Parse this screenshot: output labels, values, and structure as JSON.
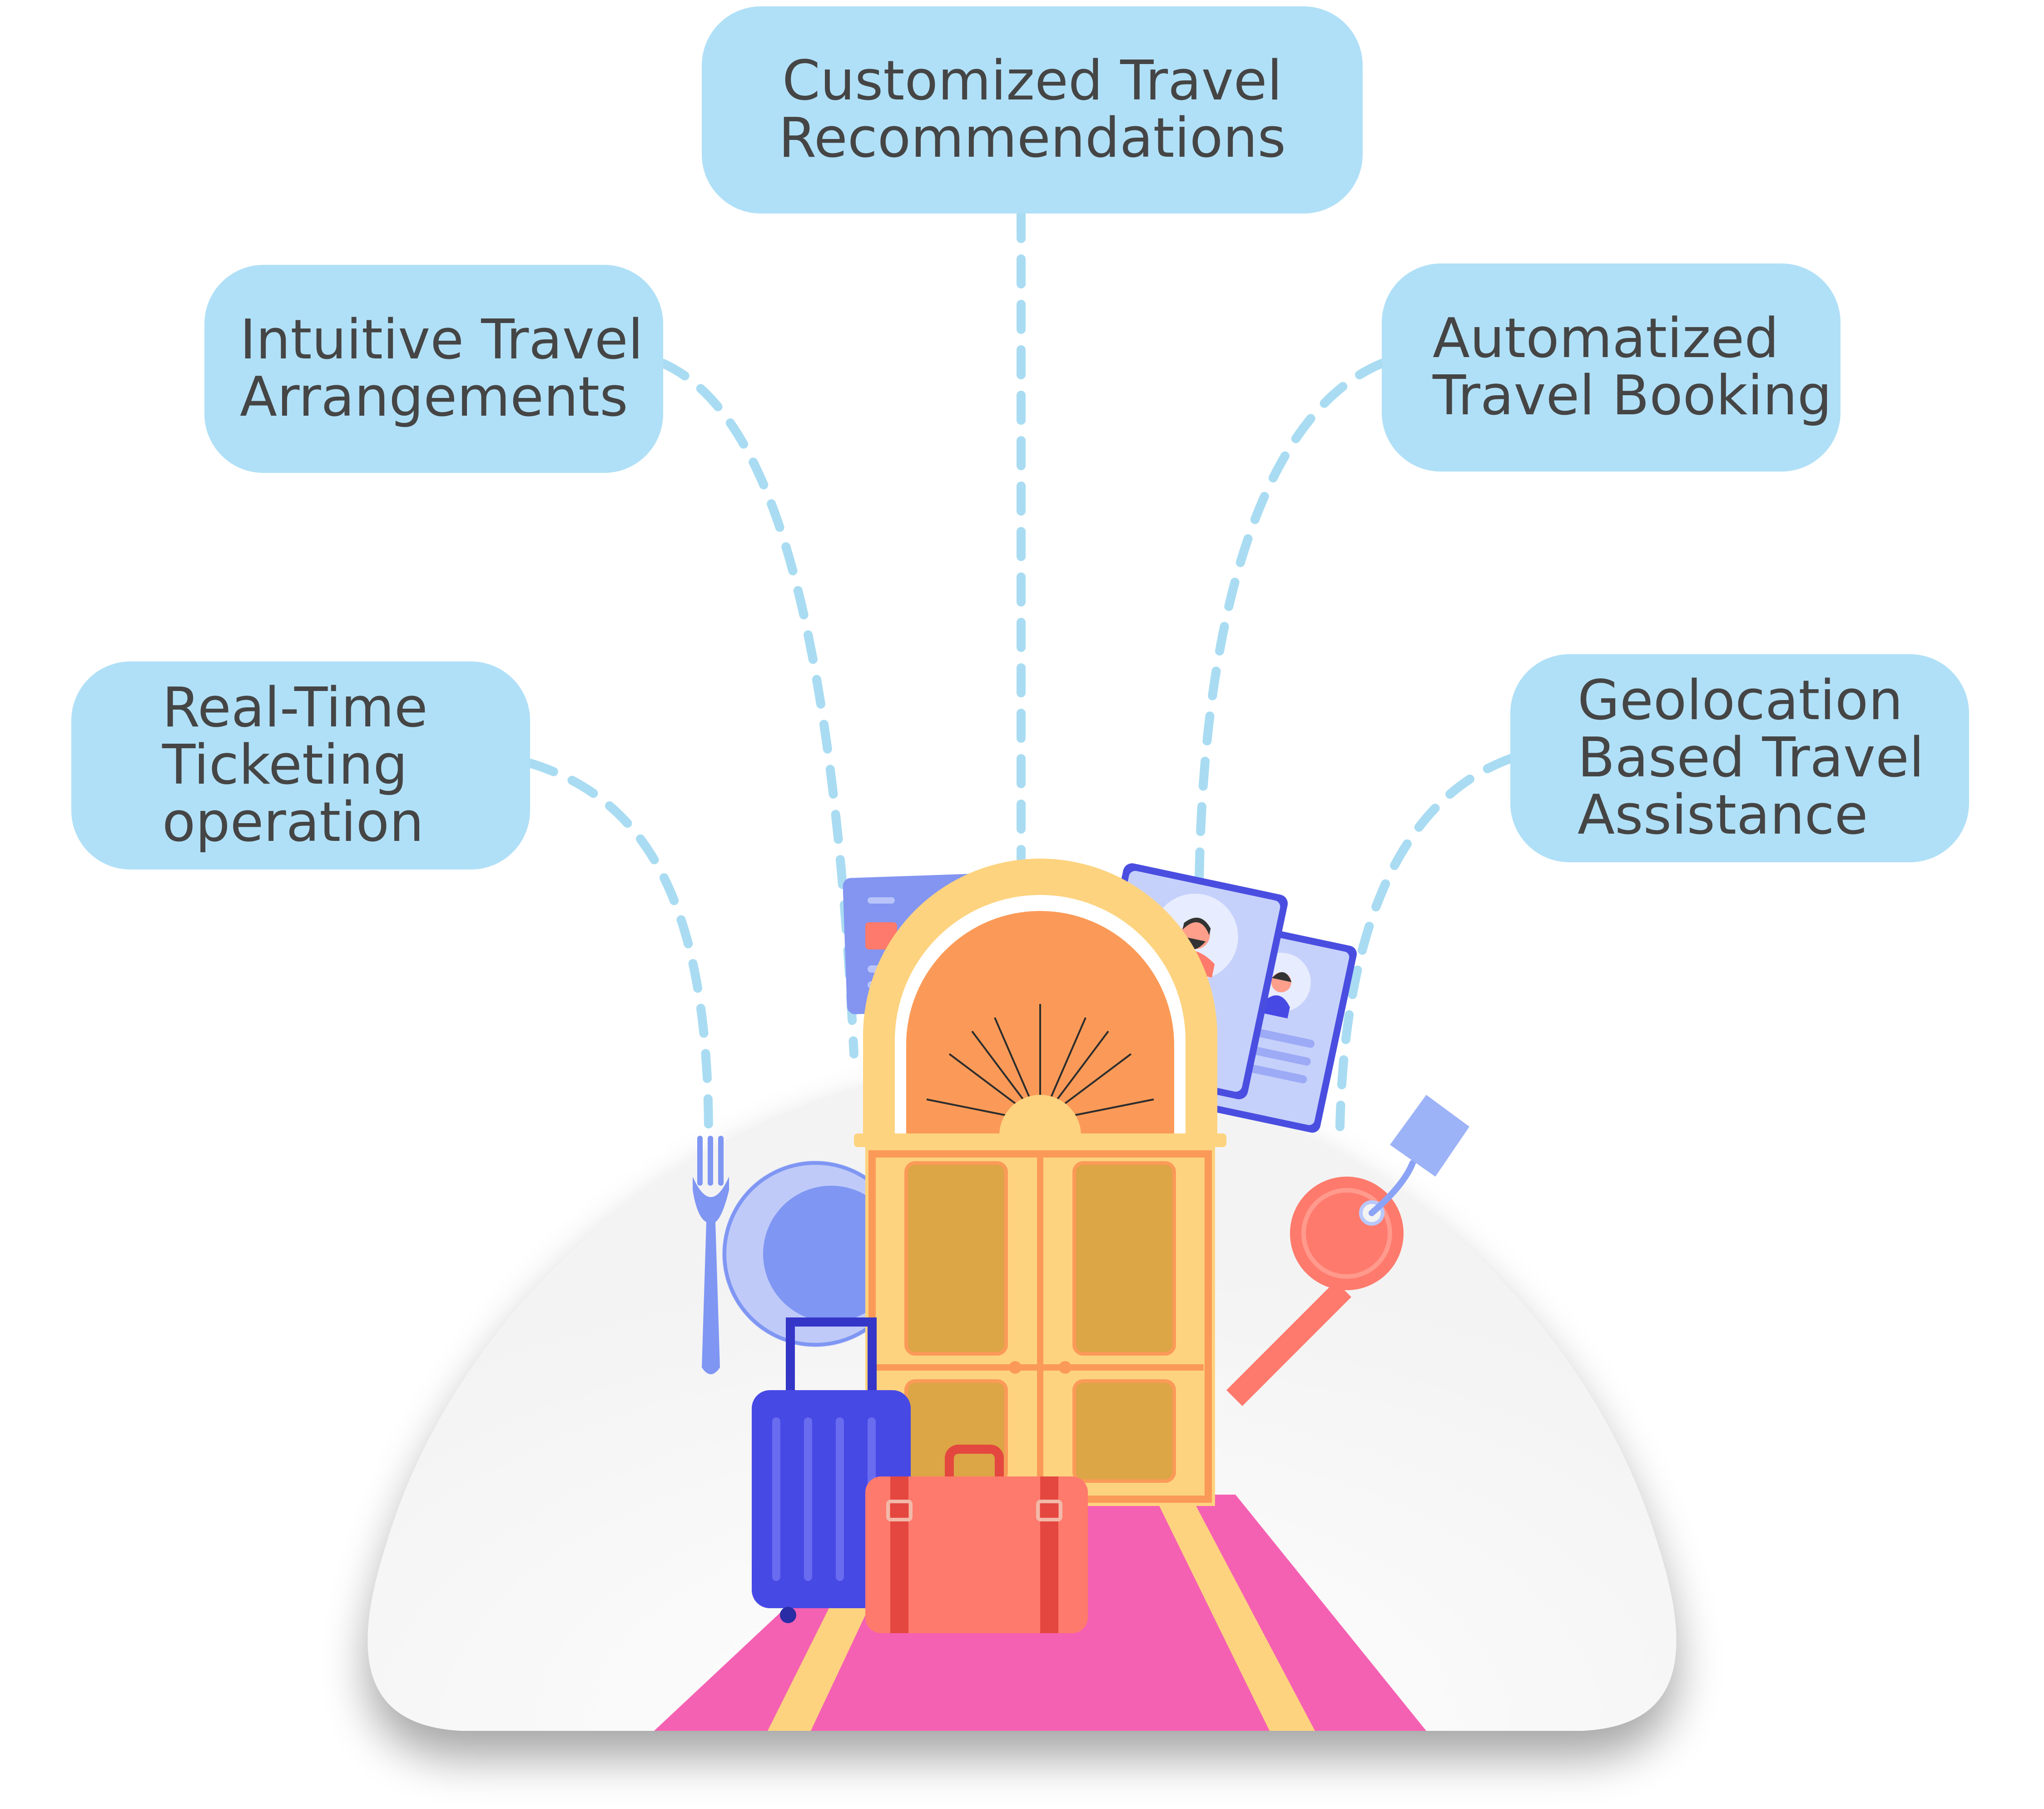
{
  "features": {
    "customized": {
      "lines": [
        "Customized Travel",
        "Recommendations"
      ]
    },
    "intuitive": {
      "lines": [
        "Intuitive Travel",
        "Arrangements"
      ]
    },
    "automatized": {
      "lines": [
        "Automatized",
        "Travel Booking"
      ]
    },
    "realtime": {
      "lines": [
        "Real-Time",
        "Ticketing",
        "operation"
      ]
    },
    "geolocation": {
      "lines": [
        "Geolocation",
        "Based Travel",
        "Assistance"
      ]
    }
  },
  "colors": {
    "card": "#b0e0f7",
    "connector": "#a9dcf2",
    "carpet": "#f561b2",
    "door": "#fdd37f",
    "door_panel": "#dca546",
    "suitcase": "#fe7a6c",
    "trolley": "#4749e5",
    "plate": "#7f96f3"
  },
  "icons": {
    "fork": "fork-icon",
    "plate": "plate-icon",
    "credit_card": "credit-card-icon",
    "id_cards": "id-card-icon",
    "door": "door-icon",
    "key": "key-icon",
    "luggage_tag": "luggage-tag-icon",
    "trolley": "trolley-bag-icon",
    "suitcase": "suitcase-icon",
    "carpet": "carpet-icon"
  }
}
